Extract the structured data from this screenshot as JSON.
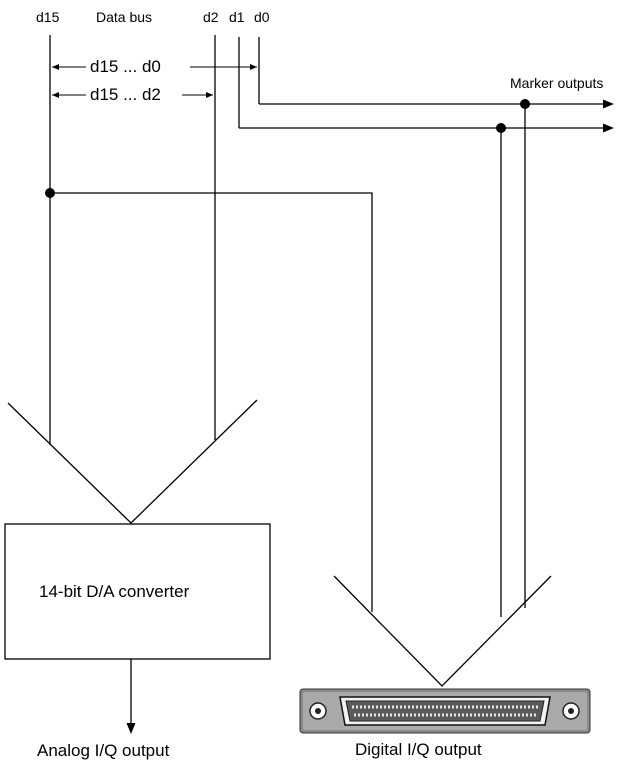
{
  "bus_labels": {
    "d15": "d15",
    "data_bus": "Data bus",
    "d2": "d2",
    "d1": "d1",
    "d0": "d0"
  },
  "ranges": {
    "full": "d15 ... d0",
    "upper": "d15 ... d2"
  },
  "marker_outputs": "Marker outputs",
  "converter_label": "14-bit D/A converter",
  "analog_output": "Analog I/Q output",
  "digital_output": "Digital I/Q output"
}
